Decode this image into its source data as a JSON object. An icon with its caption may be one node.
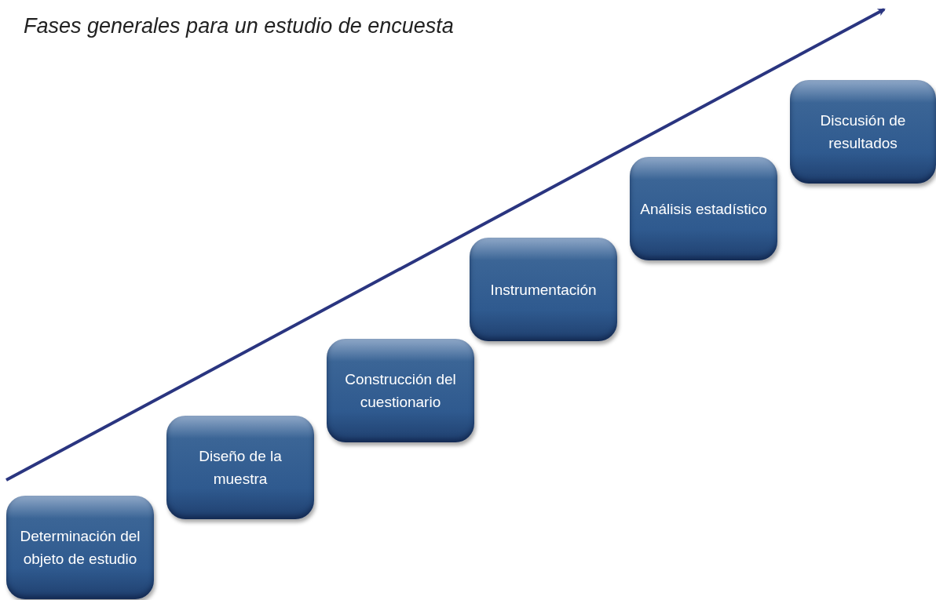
{
  "diagram": {
    "title": "Fases generales para un estudio de encuesta",
    "nodes": [
      {
        "text": [
          "Determinación del objeto de estudio"
        ]
      },
      {
        "text": [
          "Diseño de la muestra"
        ]
      },
      {
        "text": [
          "Construcción del cuestionario"
        ]
      },
      {
        "text": [
          "Instrumentación"
        ]
      },
      {
        "text": [
          "Análisis estadístico"
        ]
      },
      {
        "text": [
          "Discusión de resultados"
        ]
      }
    ]
  }
}
